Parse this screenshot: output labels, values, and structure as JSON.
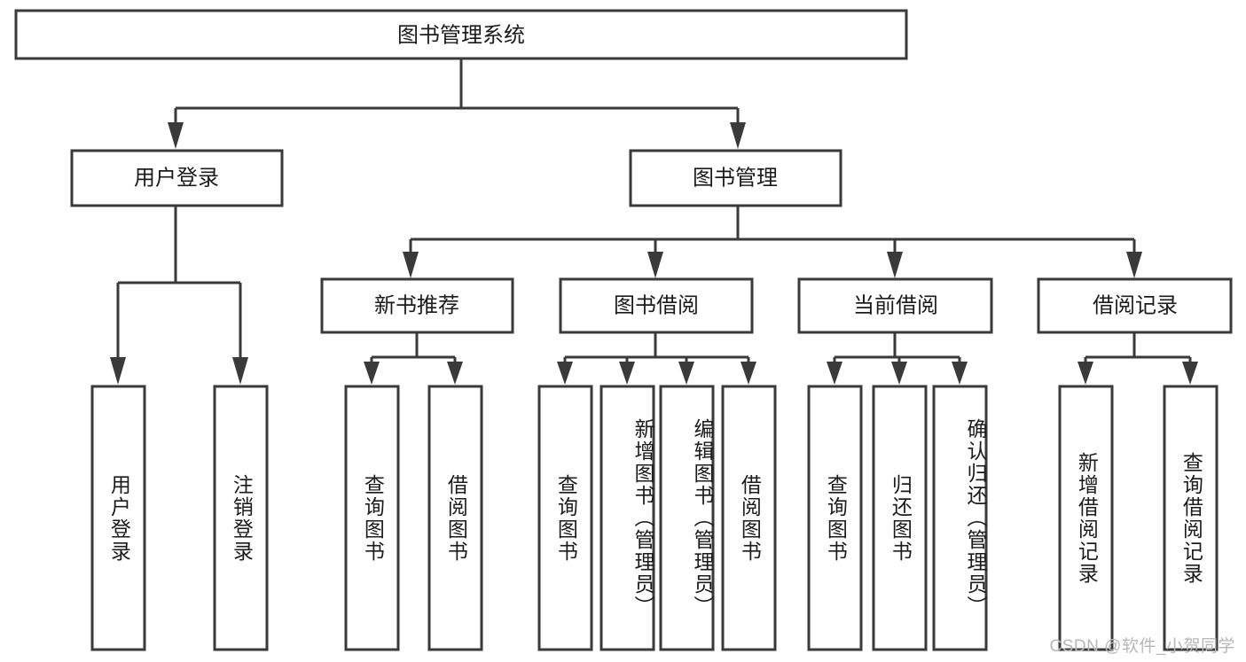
{
  "diagram": {
    "type": "tree",
    "title": "图书管理系统",
    "orientation": "top-down",
    "colors": {
      "box_stroke": "#3a3a3a",
      "box_fill": "#ffffff",
      "connector": "#3a3a3a",
      "text": "#1b1b1b",
      "watermark": "#b8b8b8",
      "background": "#ffffff"
    },
    "root": {
      "id": "root",
      "label": "图书管理系统"
    },
    "level2": [
      {
        "id": "user-login",
        "label": "用户登录"
      },
      {
        "id": "book-manage",
        "label": "图书管理"
      }
    ],
    "level3": [
      {
        "id": "new-book-recommend",
        "label": "新书推荐",
        "parent": "book-manage"
      },
      {
        "id": "book-borrow",
        "label": "图书借阅",
        "parent": "book-manage"
      },
      {
        "id": "current-borrow",
        "label": "当前借阅",
        "parent": "book-manage"
      },
      {
        "id": "borrow-record",
        "label": "借阅记录",
        "parent": "book-manage"
      }
    ],
    "leaves": [
      {
        "id": "leaf-user-login",
        "label": "用户登录",
        "parent": "user-login"
      },
      {
        "id": "leaf-logout",
        "label": "注销登录",
        "parent": "user-login"
      },
      {
        "id": "leaf-query-book-1",
        "label": "查询图书",
        "parent": "new-book-recommend"
      },
      {
        "id": "leaf-borrow-book-1",
        "label": "借阅图书",
        "parent": "new-book-recommend"
      },
      {
        "id": "leaf-query-book-2",
        "label": "查询图书",
        "parent": "book-borrow"
      },
      {
        "id": "leaf-add-book",
        "label": "新增图书（管理员）",
        "parent": "book-borrow"
      },
      {
        "id": "leaf-edit-book",
        "label": "编辑图书（管理员）",
        "parent": "book-borrow"
      },
      {
        "id": "leaf-borrow-book-2",
        "label": "借阅图书",
        "parent": "book-borrow"
      },
      {
        "id": "leaf-query-book-3",
        "label": "查询图书",
        "parent": "current-borrow"
      },
      {
        "id": "leaf-return-book",
        "label": "归还图书",
        "parent": "current-borrow"
      },
      {
        "id": "leaf-confirm-return",
        "label": "确认归还（管理员）",
        "parent": "current-borrow"
      },
      {
        "id": "leaf-add-record",
        "label": "新增借阅记录",
        "parent": "borrow-record"
      },
      {
        "id": "leaf-query-record",
        "label": "查询借阅记录",
        "parent": "borrow-record"
      }
    ],
    "watermark": "CSDN @软件_小贺同学"
  }
}
